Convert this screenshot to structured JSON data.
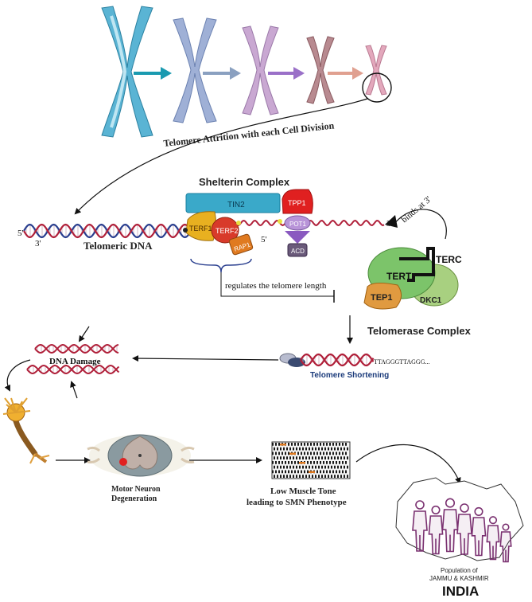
{
  "labels": {
    "attrition": "Telomere  Attrition with each Cell Division",
    "shelterin_title": "Shelterin Complex",
    "tin2": "TIN2",
    "tpp1": "TPP1",
    "pot1": "POT1",
    "acd": "ACD",
    "terf1": "TERF1",
    "terf2": "TERF2",
    "rap1": "RAP1",
    "five_prime": "5'",
    "three_prime": "3'",
    "telomeric_dna": "Telomeric DNA",
    "binds_at_3": "binds at 3'",
    "terc": "TERC",
    "tert": "TERT",
    "tep1": "TEP1",
    "dkc1": "DKC1",
    "regulates": "regulates the telomere length",
    "telomerase_complex": "Telomerase Complex",
    "sequence": "TTAGGGTTAGGG...",
    "telomere_shortening": "Telomere Shortening",
    "dna_damage": "DNA Damage",
    "motor_neuron_1": "Motor Neuron",
    "motor_neuron_2": "Degeneration",
    "muscle_1": "Low Muscle Tone",
    "muscle_2": "leading to SMN Phenotype",
    "population_1": "Population  of",
    "population_2": "JAMMU & KASHMIR",
    "india": "INDIA"
  },
  "colors": {
    "dna_red": "#b0203a",
    "dna_blue": "#2a3f8f",
    "tin2": "#3aa9c9",
    "tpp1": "#e02020",
    "pot1": "#9b6fc8",
    "terf1": "#e8b020",
    "terf2": "#d83a2a",
    "rap1": "#e07a20",
    "tert": "#7cc46a",
    "dkc1": "#a8d080",
    "tep1": "#e09a40",
    "people": "#7a3070",
    "chromosome_1": "#4aa8c8",
    "chromosome_2": "#8aa0c8",
    "chromosome_3": "#b890c0",
    "chromosome_4": "#a87a80",
    "chromosome_5": "#d890a8",
    "text_dark": "#222222",
    "text_blue": "#1a3a7a"
  },
  "icons": [
    "chromosome-icon",
    "arrow-icon",
    "dna-helix-icon",
    "neuron-icon",
    "spinal-cord-icon",
    "muscle-fiber-icon",
    "map-icon",
    "people-icon"
  ]
}
